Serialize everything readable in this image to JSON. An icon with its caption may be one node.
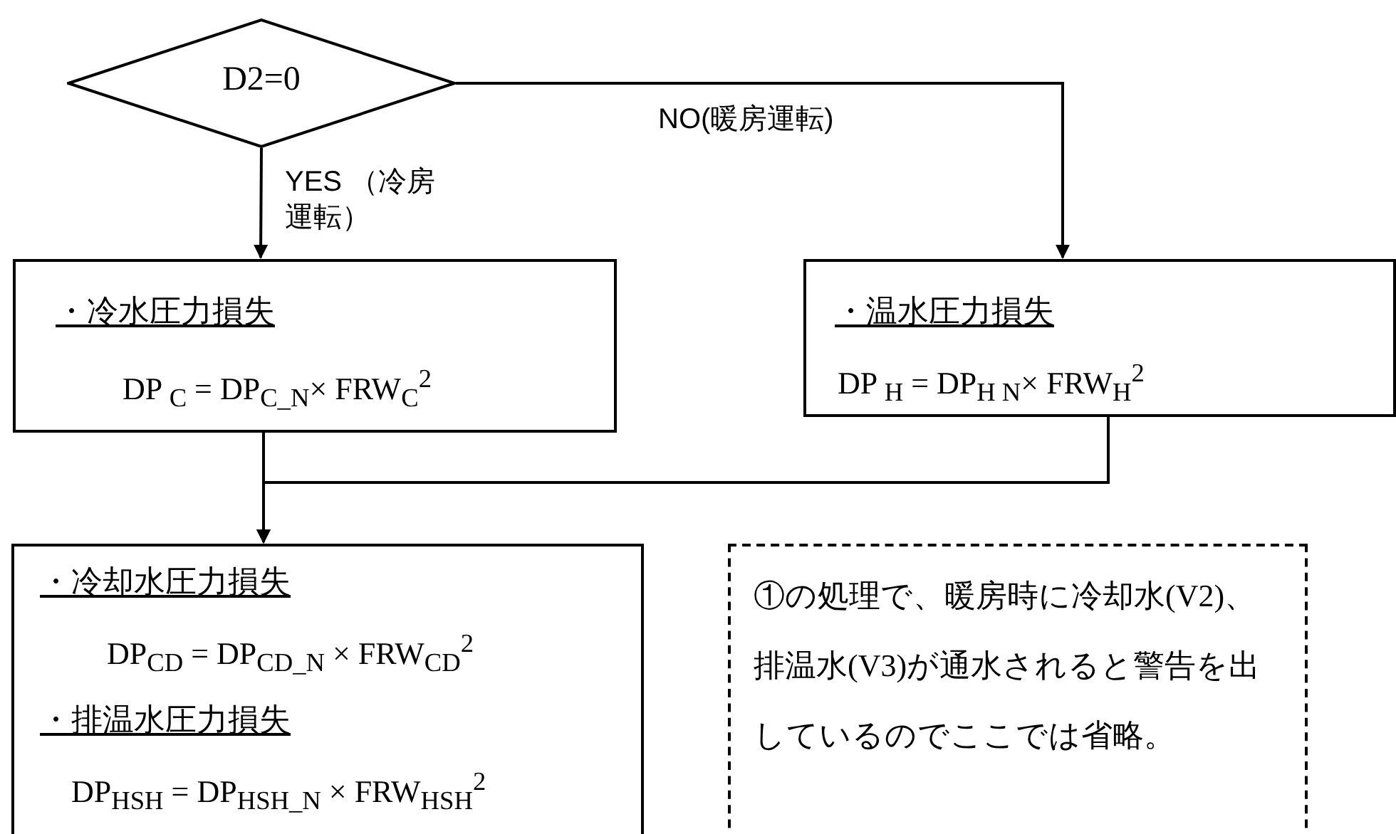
{
  "diagram": {
    "nodes": [
      {
        "text": [
          "D2=0"
        ]
      },
      {
        "text": [
          "・冷水圧力損失",
          "DP $_{C}$ = DP$_{C_N}$× FRW$_{C}$$^{2}$"
        ]
      },
      {
        "text": [
          "・温水圧力損失",
          "DP $_{H}$ = DP$_{H N}$× FRW$_{H}$$^{2}$"
        ]
      },
      {
        "text": [
          "・冷却水圧力損失",
          "DP$_{CD}$ = DP$_{CD_N}$ × FRW$_{CD}$$^{2}$",
          "・排温水圧力損失",
          "DP$_{HSH}$ = DP$_{HSH_N}$ × FRW$_{HSH}$$^{2}$"
        ]
      },
      {
        "text": [
          "①の処理で、暖房時に冷却水(V2)、排温水(V3)が通水されると警告を出しているのでここでは省略。"
        ]
      }
    ],
    "edges": [
      {
        "from": 0,
        "to": 1,
        "arrow": "to",
        "label": "YES （冷房運転）"
      },
      {
        "from": 0,
        "to": 2,
        "arrow": "to",
        "label": "NO(暖房運転)"
      },
      {
        "from": 1,
        "to": 3,
        "arrow": "to"
      },
      {
        "from": 2,
        "to": 3,
        "arrow": "to"
      }
    ]
  }
}
